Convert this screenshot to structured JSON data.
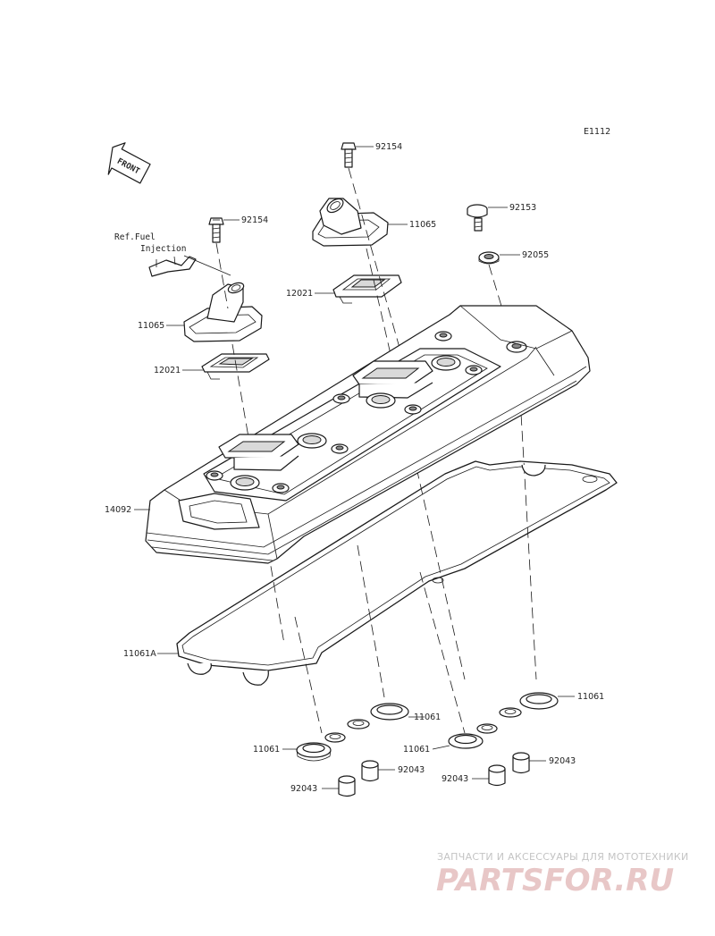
{
  "diagram_code": "E1112",
  "front_label": "FRONT",
  "ref_note": {
    "line1": "Ref.Fuel",
    "line2": "Injection"
  },
  "parts": {
    "bolt_left": "92154",
    "bolt_top": "92154",
    "bolt_right": "92153",
    "washer_right": "92055",
    "cap_left": "11065",
    "cap_top": "11065",
    "plate_left": "12021",
    "plate_top": "12021",
    "cover": "14092",
    "gasket_main": "11061A",
    "gasket_l1": "11061",
    "gasket_l2": "11061",
    "gasket_r1": "11061",
    "gasket_r2": "11061",
    "collar_l1": "92043",
    "collar_l2": "92043",
    "collar_r1": "92043",
    "collar_r2": "92043"
  },
  "watermark": {
    "tagline": "ЗАПЧАСТИ И АКСЕССУАРЫ ДЛЯ МОТОТЕХНИКИ",
    "logo": "PARTSFOR.RU"
  }
}
